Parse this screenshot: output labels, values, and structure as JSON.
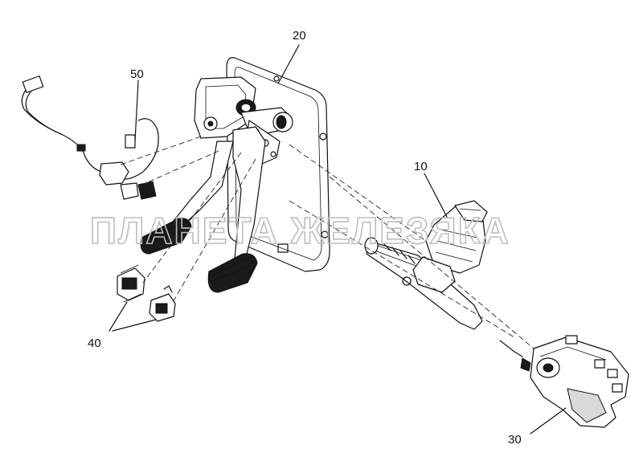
{
  "callouts": {
    "c10": "10",
    "c20": "20",
    "c30": "30",
    "c40": "40",
    "c50": "50"
  },
  "watermark": "ПЛАНЕТА ЖЕЛЕЗЯКА",
  "colors": {
    "ink": "#111111",
    "watermark": "#bdbdbd",
    "background": "#ffffff"
  }
}
